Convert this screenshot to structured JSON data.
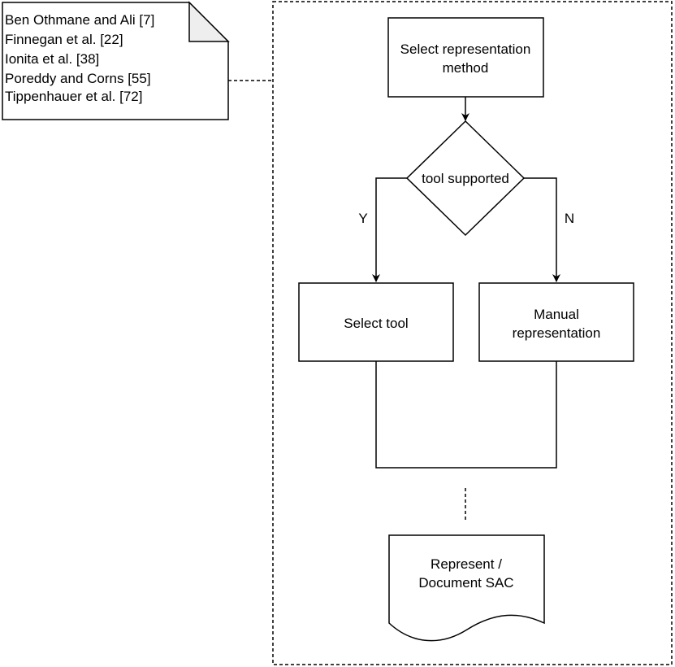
{
  "note": {
    "lines": [
      "Ben Othmane and Ali [7]",
      "Finnegan et al. [22]",
      "Ionita et al. [38]",
      "Poreddy and Corns [55]",
      "Tippenhauer et al. [72]"
    ]
  },
  "flow": {
    "start_box": {
      "line1": "Select representation",
      "line2": "method"
    },
    "decision": {
      "label": "tool supported"
    },
    "branch_yes": {
      "label": "Y"
    },
    "branch_no": {
      "label": "N"
    },
    "select_tool": {
      "label": "Select tool"
    },
    "manual": {
      "line1": "Manual",
      "line2": "representation"
    },
    "document": {
      "line1": "Represent /",
      "line2": "Document SAC"
    }
  },
  "colors": {
    "stroke": "#000000",
    "fold_fill": "#eeeeee",
    "background": "#ffffff"
  }
}
